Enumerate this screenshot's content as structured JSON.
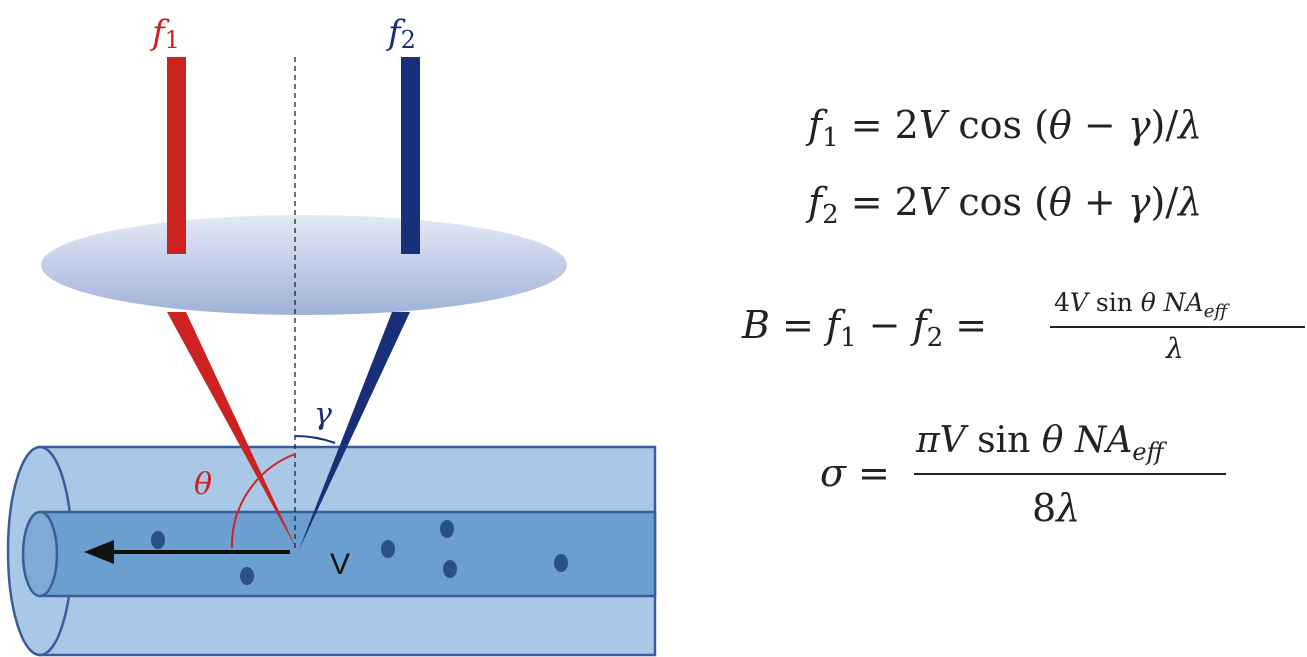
{
  "labels": {
    "beam1": "f",
    "beam1_sub": "1",
    "beam2": "f",
    "beam2_sub": "2",
    "theta": "θ",
    "gamma": "γ",
    "velocity": "V"
  },
  "equations": {
    "eq1": {
      "f": "f",
      "sub": "1",
      "rhs_a": " = 2",
      "V": "V",
      "cos": " cos",
      "paren": " (",
      "theta": "θ",
      "op": " − ",
      "gamma": "γ",
      "close": ")/",
      "lambda": "λ"
    },
    "eq2": {
      "f": "f",
      "sub": "2",
      "rhs_a": " = 2",
      "V": "V",
      "cos": " cos",
      "paren": " (",
      "theta": "θ",
      "op": " + ",
      "gamma": "γ",
      "close": ")/",
      "lambda": "λ"
    },
    "eq3": {
      "B": "B",
      "eqsign": " =  ",
      "f1": "f",
      "f1_sub": "1",
      "minus": " − ",
      "f2": "f",
      "f2_sub": "2",
      "eq2": " =",
      "num_4": "4",
      "num_V": "V",
      "num_sin": "  sin ",
      "num_theta": "θ",
      "num_NA": " NA",
      "num_eff": "eff",
      "den": "λ"
    },
    "eq4": {
      "sigma": "σ",
      "eqsign": " =",
      "num_pi": "π",
      "num_V": "V",
      "num_sin": " sin ",
      "num_theta": "θ",
      "num_NA": " NA",
      "num_eff": "eff",
      "den_8": "8",
      "den_lambda": "λ"
    }
  },
  "colors": {
    "beam1": "#cc2222",
    "beam2": "#1a2f7a",
    "lens": "#b9c6e2",
    "vessel_outer": "#a9c8e8",
    "vessel_inner": "#6b9fd0",
    "vessel_stroke": "#3a5d9a",
    "particle": "#2a5186",
    "arrow": "#111111"
  }
}
